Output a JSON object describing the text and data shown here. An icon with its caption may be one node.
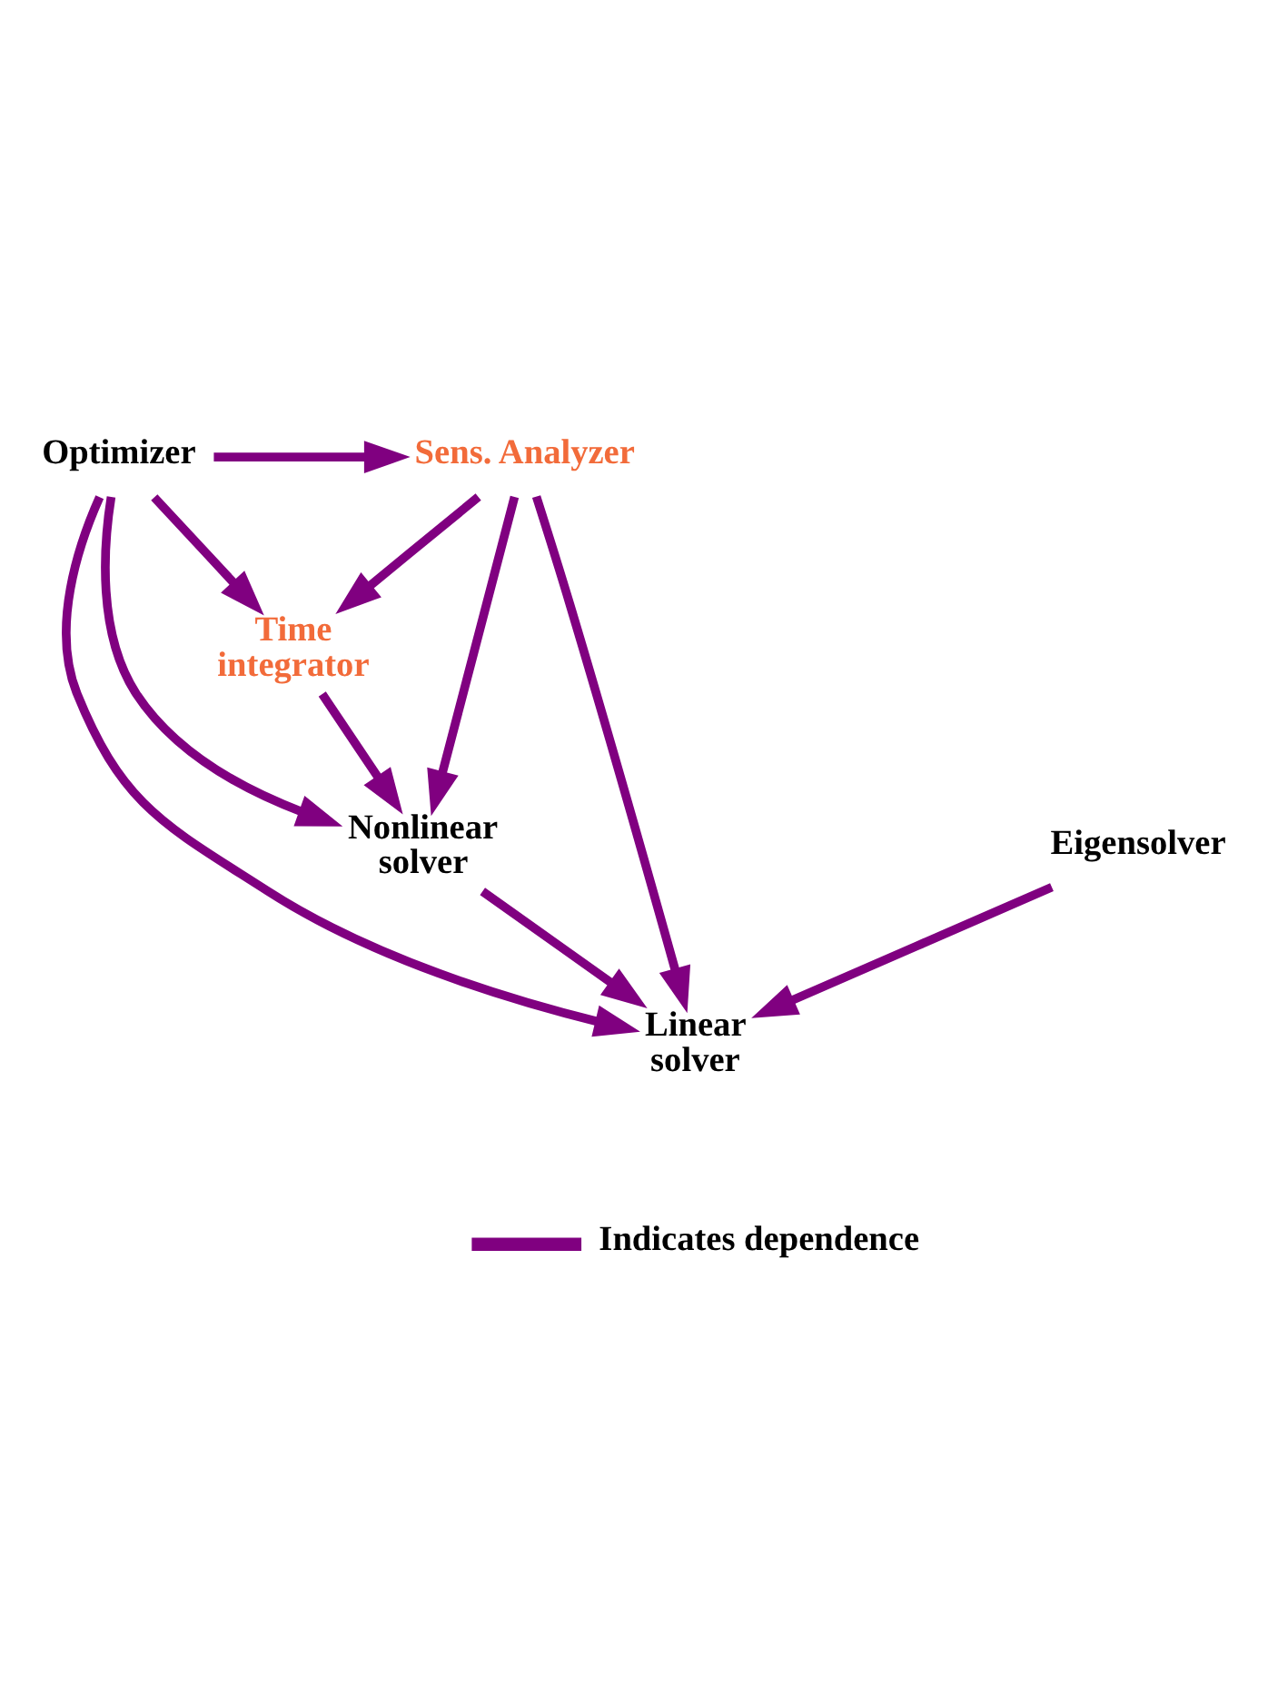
{
  "diagram": {
    "nodes": [
      {
        "text": [
          "Optimizer"
        ]
      },
      {
        "text": [
          "Sens. Analyzer"
        ]
      },
      {
        "text": [
          "Time integrator"
        ]
      },
      {
        "text": [
          "Nonlinear solver"
        ]
      },
      {
        "text": [
          "Eigensolver"
        ]
      },
      {
        "text": [
          "Linear solver"
        ]
      }
    ],
    "edges": [
      {
        "from": 0,
        "to": 1,
        "arrow": "to"
      },
      {
        "from": 0,
        "to": 2,
        "arrow": "to"
      },
      {
        "from": 1,
        "to": 2,
        "arrow": "to"
      },
      {
        "from": 2,
        "to": 3,
        "arrow": "to"
      },
      {
        "from": 0,
        "to": 3,
        "arrow": "to"
      },
      {
        "from": 1,
        "to": 3,
        "arrow": "to"
      },
      {
        "from": 3,
        "to": 5,
        "arrow": "to"
      },
      {
        "from": 0,
        "to": 5,
        "arrow": "to"
      },
      {
        "from": 1,
        "to": 5,
        "arrow": "to"
      },
      {
        "from": 4,
        "to": 5,
        "arrow": "to"
      }
    ],
    "legend": [
      {
        "text": "Indicates dependence"
      }
    ]
  }
}
